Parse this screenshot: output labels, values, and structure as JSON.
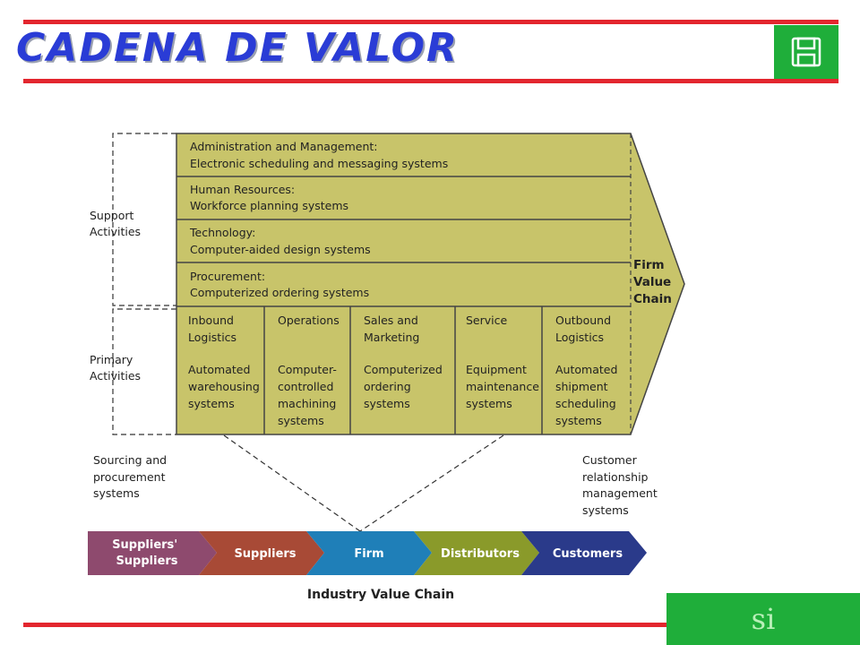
{
  "header": {
    "title": "CADENA DE VALOR"
  },
  "toolbar": {
    "save_icon": "floppy-disk-icon",
    "next_label": "si"
  },
  "colors": {
    "rule": "#e3262e",
    "title": "#2a3cd6",
    "button": "#1fae3a",
    "box": "#c8c46a"
  },
  "diagram": {
    "support_label": [
      "Support",
      "Activities"
    ],
    "primary_label": [
      "Primary",
      "Activities"
    ],
    "support_activities": [
      {
        "name": "Administration and Management:",
        "system": "Electronic scheduling and messaging systems"
      },
      {
        "name": "Human Resources:",
        "system": "Workforce planning systems"
      },
      {
        "name": "Technology:",
        "system": "Computer-aided design systems"
      },
      {
        "name": "Procurement:",
        "system": "Computerized ordering systems"
      }
    ],
    "primary_activities": [
      {
        "name": [
          "Inbound",
          "Logistics"
        ],
        "system": [
          "Automated",
          "warehousing",
          "systems"
        ]
      },
      {
        "name": [
          "Operations"
        ],
        "system": [
          "Computer-",
          "controlled",
          "machining",
          "systems"
        ]
      },
      {
        "name": [
          "Sales and",
          "Marketing"
        ],
        "system": [
          "Computerized",
          "ordering",
          "systems"
        ]
      },
      {
        "name": [
          "Service"
        ],
        "system": [
          "Equipment",
          "maintenance",
          "systems"
        ]
      },
      {
        "name": [
          "Outbound",
          "Logistics"
        ],
        "system": [
          "Automated",
          "shipment",
          "scheduling",
          "systems"
        ]
      }
    ],
    "firm_value_chain": [
      "Firm",
      "Value",
      "Chain"
    ],
    "left_note": [
      "Sourcing and",
      "procurement",
      "systems"
    ],
    "right_note": [
      "Customer",
      "relationship",
      "management",
      "systems"
    ],
    "industry_chain": [
      {
        "label": [
          "Suppliers'",
          "Suppliers"
        ],
        "color": "#8e4a6e"
      },
      {
        "label": [
          "Suppliers"
        ],
        "color": "#a84a36"
      },
      {
        "label": [
          "Firm"
        ],
        "color": "#1f7fb8"
      },
      {
        "label": [
          "Distributors"
        ],
        "color": "#8a9a2a"
      },
      {
        "label": [
          "Customers"
        ],
        "color": "#2a3a8a"
      }
    ],
    "industry_label": "Industry Value Chain"
  }
}
